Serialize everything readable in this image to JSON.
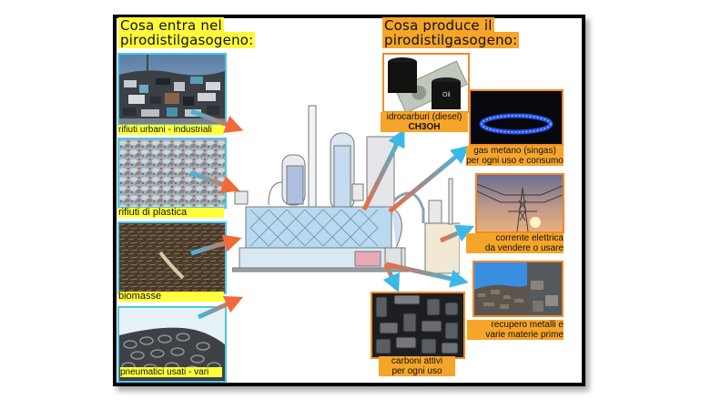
{
  "colors": {
    "input_highlight": "#fff93a",
    "output_highlight": "#f5a52a",
    "input_border": "#4dc6e6",
    "output_border": "#f08a2a",
    "arrow_blue": "#3cb8e8",
    "arrow_orange": "#f06a3a",
    "frame": "#000000"
  },
  "left_heading": {
    "line1": "Cosa entra nel",
    "line2": "pirodistilgasogeno:"
  },
  "right_heading": {
    "line1": "Cosa produce il",
    "line2": "pirodistilgasogeno:"
  },
  "inputs": [
    {
      "label": "rifiuti urbani - industriali",
      "image": "waste-heap-photo"
    },
    {
      "label": "rifiuti di plastica",
      "image": "plastic-bottles-photo"
    },
    {
      "label": "biomasse",
      "image": "wood-chips-photo"
    },
    {
      "label": "pneumatici usati - vari",
      "image": "used-tires-photo"
    }
  ],
  "center": {
    "image": "pyrolysis-gasifier-plant-drawing"
  },
  "outputs": [
    {
      "line1": "idrocarburi (diesel)",
      "line2": "CH3OH",
      "image": "oil-barrels-and-dollar-photo"
    },
    {
      "line1": "gas metano (singas)",
      "line2": "per ogni uso e consumo",
      "image": "gas-flame-photo"
    },
    {
      "line1": "corrente elettrica",
      "line2": "da vendere o usare",
      "image": "power-pylon-sunset-photo"
    },
    {
      "line1": "recupero metalli e",
      "line2": "varie materie prime",
      "image": "scrap-metal-photo"
    },
    {
      "line1": "carboni attivi",
      "line2": "per ogni uso",
      "image": "activated-carbon-photo"
    }
  ]
}
